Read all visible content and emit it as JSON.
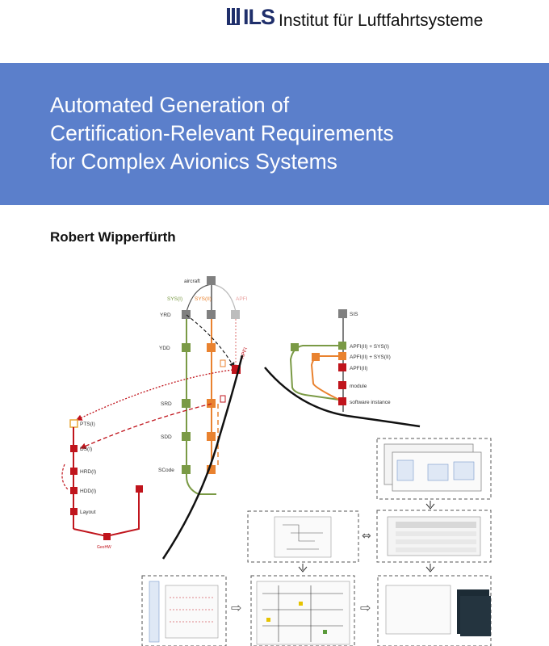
{
  "header": {
    "logo_text": "ILS",
    "institute_name": "Institut für Luftfahrtsysteme",
    "logo_icon": "ils-logo-icon"
  },
  "title_lines": [
    "Automated Generation of",
    "Certification-Relevant Requirements",
    "for Complex Avionics Systems"
  ],
  "author": "Robert Wipperfürth",
  "diagram": {
    "labels": {
      "aircraft": "aircraft",
      "sys_green": "SYS(I)",
      "sys_orange": "SYS(II)",
      "apfi_top": "APFI",
      "yrd": "YRD",
      "ydd": "YDD",
      "srd": "SRD",
      "sdd": "SDD",
      "scode": "SCode",
      "apfi_red": "APFI",
      "pts": "PTS(I)",
      "ds": "DS(I)",
      "hrd": "HRD(I)",
      "hdd": "HDD(I)",
      "layout": "Layout",
      "geohw": "GeoHW",
      "sis": "SIS",
      "apfi_sys1": "APFI(II) + SYS(I)",
      "apfi_sys2": "APFI(II) + SYS(II)",
      "apfi_only": "APFI(II)",
      "module": "module",
      "sw_instance": "software instance"
    },
    "colors": {
      "green": "#7a9a45",
      "orange": "#e9822f",
      "red": "#c0141c",
      "grey": "#808080",
      "light_red": "#e9a09f"
    }
  }
}
